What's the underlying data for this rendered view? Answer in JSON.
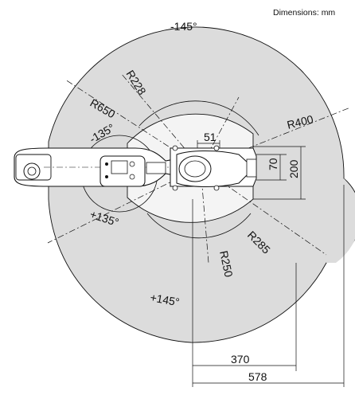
{
  "diagram": {
    "units_note": "Dimensions: mm",
    "arm_angles": {
      "top_outer": "-145°",
      "left_inner": "-135°",
      "bottom_inner": "+135°",
      "bottom_outer": "+145°"
    },
    "radii": {
      "outer": "R650",
      "base_clearance": "R228",
      "inner_envelope": "R400",
      "joint_envelope": "R285",
      "min_reach": "R250"
    },
    "dimensions": {
      "base_width": "51",
      "base_depth": "70",
      "base_height": "200",
      "offset_near": "370",
      "offset_far": "578"
    },
    "colors": {
      "workspace_fill": "#dcdcdc",
      "inner_fill": "#f4f4f4",
      "line": "#111111",
      "arm_body": "#ffffff"
    }
  }
}
